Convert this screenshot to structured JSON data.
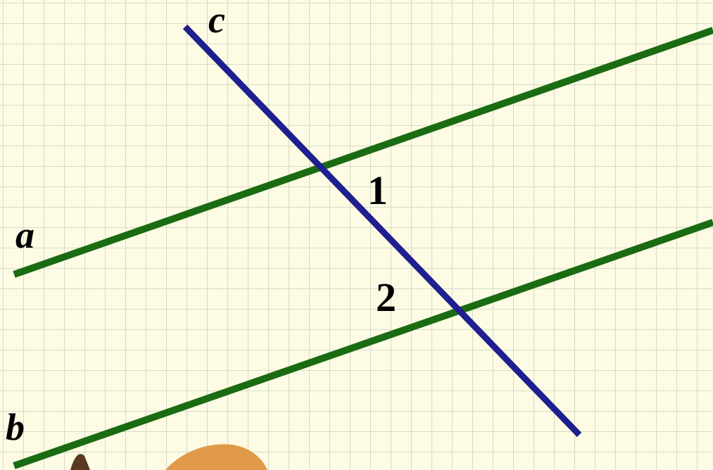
{
  "colors": {
    "background": "#fdfbe4",
    "grid": "#c9d3bf",
    "parallel_lines": "#1a6b12",
    "transversal": "#1f1f8f",
    "decoration": "#e09a4a"
  },
  "labels": {
    "line_a": "a",
    "line_b": "b",
    "line_c": "c",
    "angle_1": "1",
    "angle_2": "2"
  }
}
